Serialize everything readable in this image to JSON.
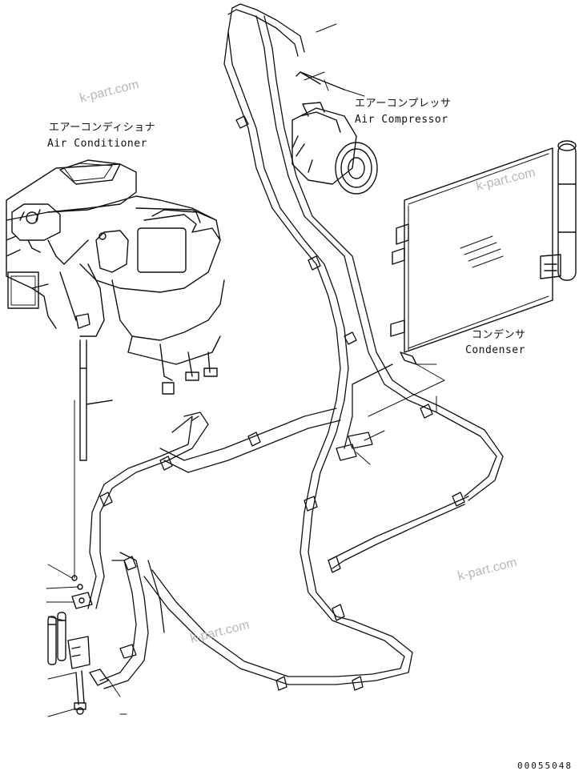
{
  "labels": {
    "air_conditioner_jp": "エアーコンディショナ",
    "air_conditioner_en": "Air Conditioner",
    "air_compressor_jp": "エアーコンプレッサ",
    "air_compressor_en": "Air Compressor",
    "condenser_jp": "コンデンサ",
    "condenser_en": "Condenser"
  },
  "watermarks": [
    "k-part.com",
    "k-part.com",
    "k-part.com",
    "k-part.com"
  ],
  "drawing_number": "00055048"
}
